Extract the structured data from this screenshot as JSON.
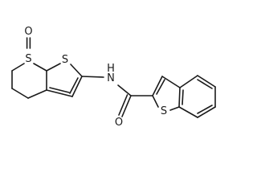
{
  "atoms": [
    {
      "id": "O_sulfoxide",
      "text": "O"
    },
    {
      "id": "S_ring6",
      "text": "S"
    },
    {
      "id": "S_thiophene_a",
      "text": "S"
    },
    {
      "id": "N_amide",
      "text": "N"
    },
    {
      "id": "H_amide",
      "text": "H"
    },
    {
      "id": "O_carbonyl",
      "text": "O"
    },
    {
      "id": "S_benzothiophene",
      "text": "S"
    }
  ]
}
